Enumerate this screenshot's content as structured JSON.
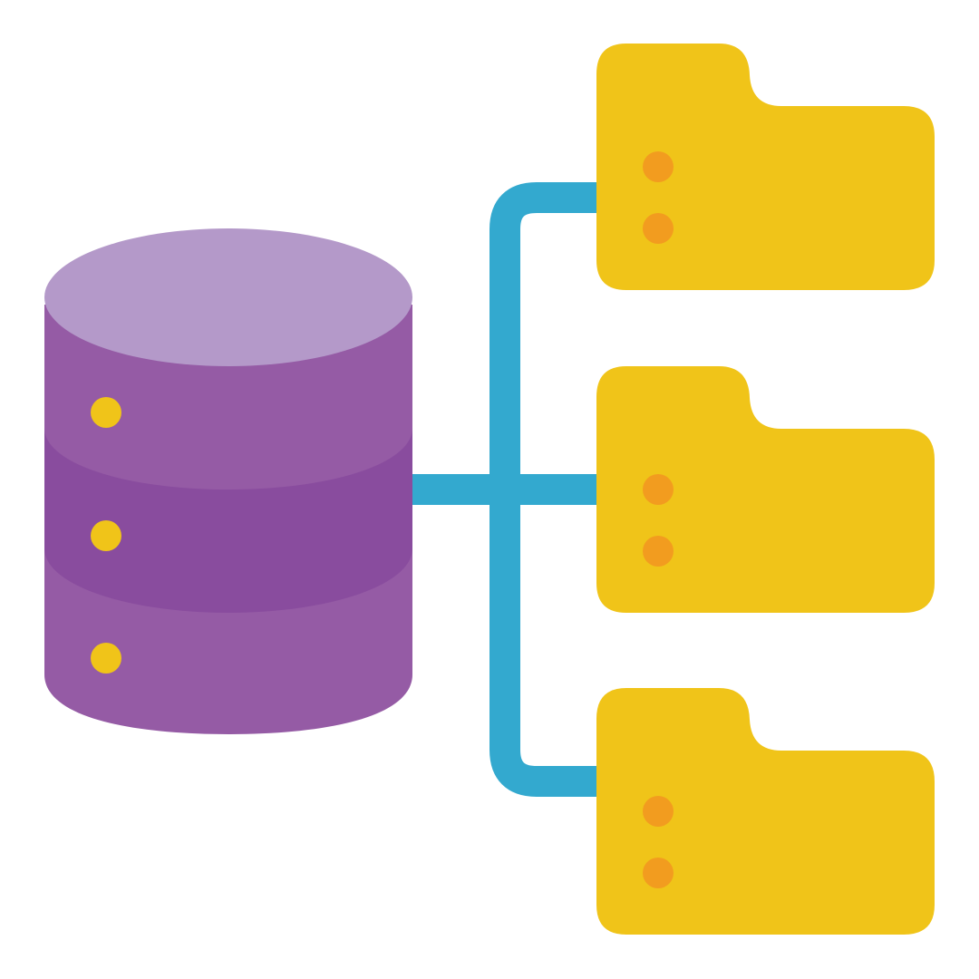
{
  "icon": {
    "name": "database-to-folders-icon",
    "colors": {
      "background": "#ffffff",
      "connector": "#33A9CF",
      "db_top": "#B499C9",
      "db_upper": "#955BA5",
      "db_middle": "#894C9E",
      "db_lower": "#955BA5",
      "db_dot": "#F0C419",
      "folder": "#F0C419",
      "folder_dot": "#F29C1F"
    },
    "database": {
      "layers": 3
    },
    "folders": [
      {
        "name": "folder-1",
        "dots": 2
      },
      {
        "name": "folder-2",
        "dots": 2
      },
      {
        "name": "folder-3",
        "dots": 2
      }
    ]
  }
}
